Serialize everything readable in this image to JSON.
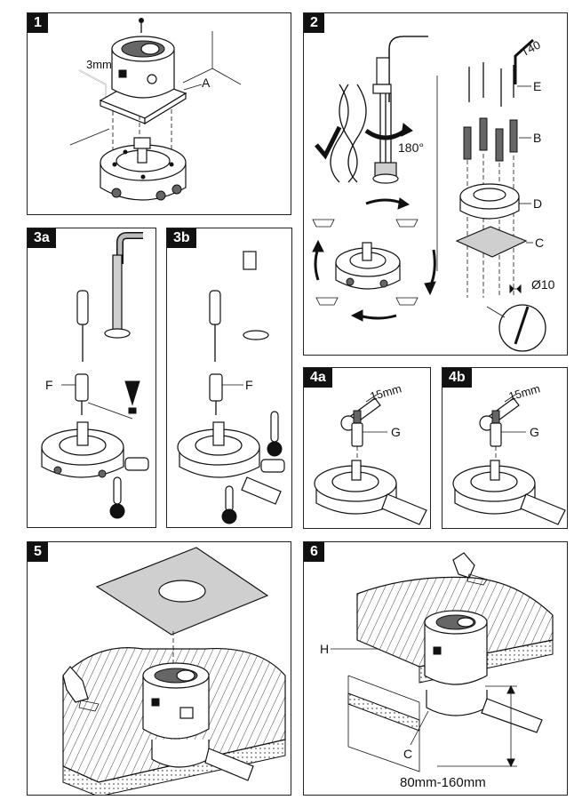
{
  "panels": [
    {
      "number": "1",
      "callouts": [
        "A"
      ],
      "dims": [
        "3mm"
      ]
    },
    {
      "number": "2",
      "callouts": [
        "E",
        "B",
        "D",
        "C"
      ],
      "dims": [
        "T40",
        "180°",
        "Ø10"
      ]
    },
    {
      "number": "3a",
      "callouts": [
        "F"
      ]
    },
    {
      "number": "3b",
      "callouts": [
        "F"
      ]
    },
    {
      "number": "4a",
      "callouts": [
        "G"
      ],
      "dims": [
        "15mm"
      ]
    },
    {
      "number": "4b",
      "callouts": [
        "G"
      ],
      "dims": [
        "15mm"
      ]
    },
    {
      "number": "5"
    },
    {
      "number": "6",
      "callouts": [
        "H",
        "C"
      ],
      "dims": [
        "80mm-160mm"
      ]
    }
  ],
  "icons": [
    "hex-key-icon",
    "torx-key-icon",
    "screwdriver-icon",
    "wrench-icon",
    "thermometer-hot-icon",
    "thermometer-cold-icon",
    "warning-icon",
    "check-icon",
    "rotate-arrow-icon",
    "drill-bit-icon",
    "hand-icon"
  ]
}
